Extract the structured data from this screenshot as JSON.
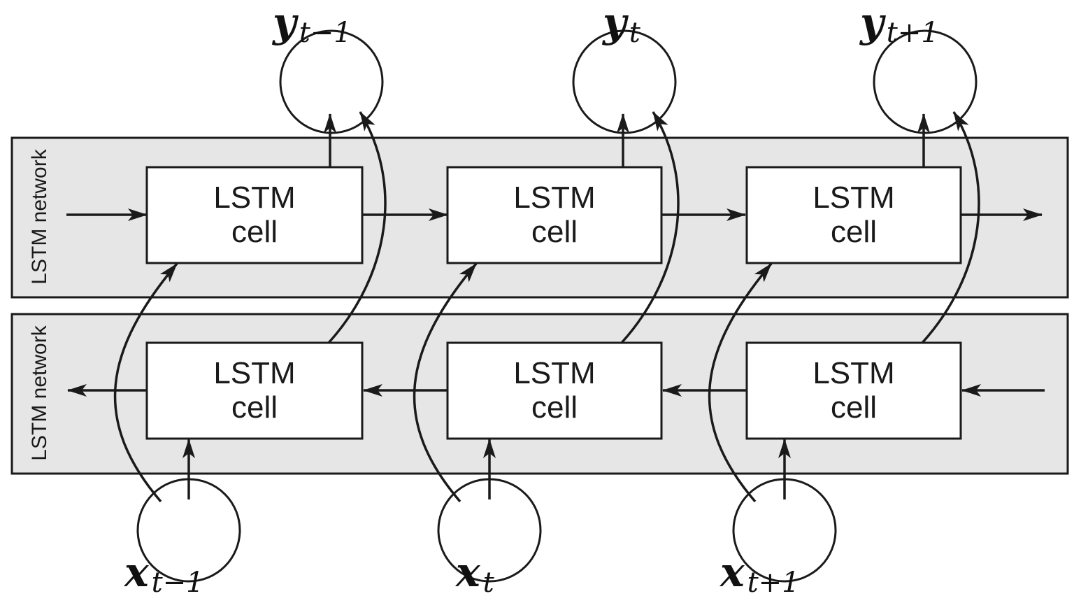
{
  "panels": {
    "forward": {
      "label": "LSTM network"
    },
    "backward": {
      "label": "LSTM network"
    }
  },
  "cell": {
    "line1": "LSTM",
    "line2": "cell"
  },
  "outputs": [
    {
      "var": "y",
      "sub": "t−1"
    },
    {
      "var": "y",
      "sub": "t"
    },
    {
      "var": "y",
      "sub": "t+1"
    }
  ],
  "inputs": [
    {
      "var": "x",
      "sub": "t−1"
    },
    {
      "var": "x",
      "sub": "t"
    },
    {
      "var": "x",
      "sub": "t+1"
    }
  ]
}
